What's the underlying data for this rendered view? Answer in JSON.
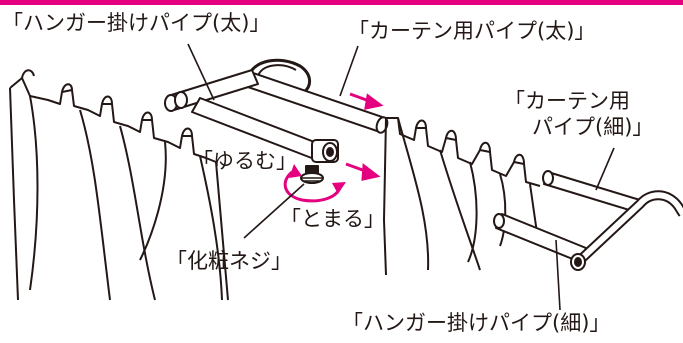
{
  "colors": {
    "accent": "#e4007f",
    "line": "#231815",
    "background": "#ffffff"
  },
  "labels": {
    "hanger_pipe_thick": "「ハンガー掛けパイプ(太)」",
    "curtain_pipe_thick": "「カーテン用パイプ(太)」",
    "curtain_pipe_thin_line1": "「カーテン用",
    "curtain_pipe_thin_line2": "パイプ(細)」",
    "loosen": "「ゆるむ」",
    "tighten": "「とまる」",
    "decorative_screw": "「化粧ネジ」",
    "hanger_pipe_thin": "「ハンガー掛けパイプ(細)」"
  },
  "icons": [
    "rotation-arrow-icon",
    "direction-arrow-icon"
  ]
}
